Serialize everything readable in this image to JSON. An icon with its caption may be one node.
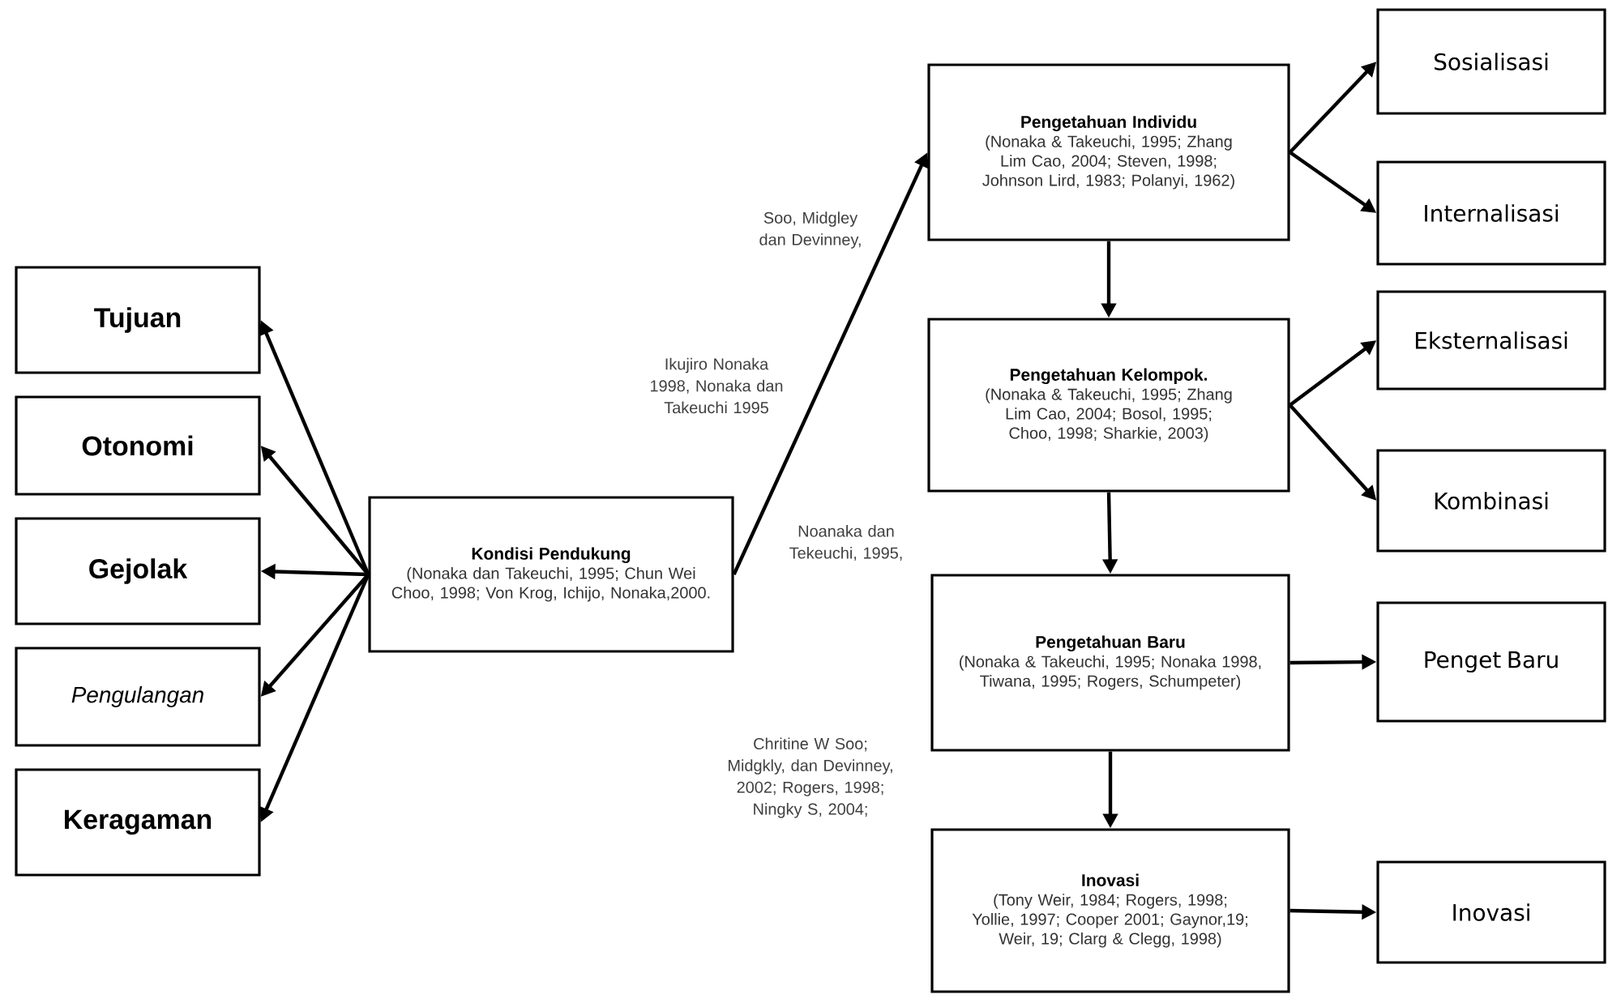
{
  "diagram": {
    "nodes": [
      {
        "text": [
          "Tujuan"
        ]
      },
      {
        "text": [
          "Otonomi"
        ]
      },
      {
        "text": [
          "Gejolak"
        ]
      },
      {
        "text": [
          "Pengulangan"
        ]
      },
      {
        "text": [
          "Keragaman"
        ]
      },
      {
        "text": [
          "Kondisi Pendukung",
          "(Nonaka dan Takeuchi, 1995; Chun Wei Choo, 1998; Von Krog, Ichijo, Nonaka,2000."
        ]
      },
      {
        "text": [
          "Pengetahuan Individu",
          "(Nonaka & Takeuchi, 1995; Zhang Lim Cao, 2004; Steven, 1998; Johnson Lird, 1983; Polanyi, 1962)"
        ]
      },
      {
        "text": [
          "Pengetahuan Kelompok.",
          "(Nonaka & Takeuchi, 1995; Zhang Lim Cao, 2004; Bosol, 1995; Choo, 1998; Sharkie, 2003)"
        ]
      },
      {
        "text": [
          "Pengetahuan Baru",
          "(Nonaka & Takeuchi, 1995; Nonaka 1998, Tiwana, 1995; Rogers, Schumpeter)"
        ]
      },
      {
        "text": [
          "Inovasi",
          "(Tony Weir, 1984; Rogers, 1998; Yollie, 1997; Cooper 2001; Gaynor,19; Weir, 19; Clarg & Clegg, 1998)"
        ]
      },
      {
        "text": [
          "Sosialisasi"
        ]
      },
      {
        "text": [
          "Internalisasi"
        ]
      },
      {
        "text": [
          "Eksternalisasi"
        ]
      },
      {
        "text": [
          "Kombinasi"
        ]
      },
      {
        "text": [
          "Penget Baru"
        ]
      },
      {
        "text": [
          "Inovasi"
        ]
      }
    ],
    "edges": [
      {
        "from": 5,
        "to": 0,
        "arrow": "to"
      },
      {
        "from": 5,
        "to": 1,
        "arrow": "to"
      },
      {
        "from": 5,
        "to": 2,
        "arrow": "to"
      },
      {
        "from": 5,
        "to": 3,
        "arrow": "to"
      },
      {
        "from": 5,
        "to": 4,
        "arrow": "to"
      },
      {
        "from": 5,
        "to": 6,
        "arrow": "to"
      },
      {
        "from": 6,
        "to": 7,
        "arrow": "to"
      },
      {
        "from": 7,
        "to": 8,
        "arrow": "to"
      },
      {
        "from": 8,
        "to": 9,
        "arrow": "to"
      },
      {
        "from": 6,
        "to": 10,
        "arrow": "to"
      },
      {
        "from": 6,
        "to": 11,
        "arrow": "to"
      },
      {
        "from": 7,
        "to": 12,
        "arrow": "to"
      },
      {
        "from": 7,
        "to": 13,
        "arrow": "to"
      },
      {
        "from": 8,
        "to": 14,
        "arrow": "to"
      },
      {
        "from": 9,
        "to": 15,
        "arrow": "to"
      }
    ],
    "labels": [
      "Soo, Midgley dan Devinney,",
      "Ikujiro Nonaka 1998, Nonaka dan Takeuchi 1995",
      "Noanaka dan Tekeuchi, 1995,",
      "Chritine W Soo; Midgkly, dan Devinney, 2002; Rogers, 1998; Ningky S, 2004;"
    ]
  }
}
